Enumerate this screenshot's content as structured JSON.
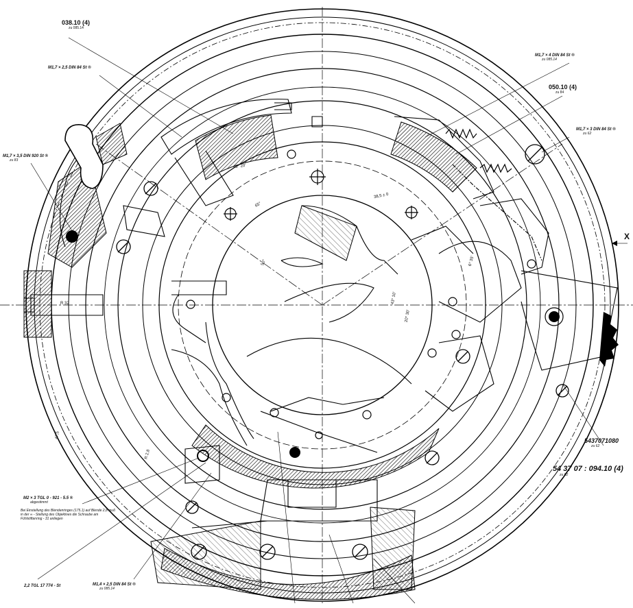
{
  "drawing": {
    "callouts": {
      "top_left_part": "038.10 (4)",
      "top_left_part_ref": "zu 085.14",
      "screw_upper_left": "M1,7 × 2,5 DIN 84 St ®",
      "screw_left": "M1,7 × 3,5 DIN 920 St ®",
      "screw_left_ref": "zu 83",
      "screw_top_right": "M1,7 × 4 DIN 84 St ®",
      "screw_top_right_ref": "zu 085.14",
      "part_right": "050.10 (4)",
      "part_right_ref": "zu 84",
      "screw_right": "M1,7 × 3 DIN 84 St ®",
      "screw_right_ref": "zu 62",
      "part_bottom_right_1": "5437071080",
      "part_bottom_right_1_ref": "zu 62",
      "part_bottom_right_2": "54 37 07 : 094.10 (4)",
      "part_bottom_right_2_ref": "zu 62",
      "screw_bottom_left": "M2 × 3 TGL 0 - 921 - 5.5 ®",
      "screw_bottom_left_status": "abgestimmt",
      "adjust_note": "Bei Einstellung des Blendenringes (175.1) auf Blende 2,8 muß in der ∞ - Stellung des Objektives die Schraube am Fühlstiftanring - 31 anliegen",
      "ball_bottom_left": "2,2 TGL 17 774 - St",
      "screw_bottom_center": "M1,4 × 2,5 DIN 84 St ®",
      "screw_bottom_center_ref": "zu 085.14",
      "axis_marker": "X"
    },
    "dimensions": {
      "d1": "43° 20'",
      "d2": "65°",
      "d3": "38,5 ± 0",
      "d4": "50°",
      "d5": "R 32",
      "d6": "R 2,8",
      "d7": "43° 10'",
      "d8": "20° 30'",
      "d9": "6° 35'",
      "d10": "47,5"
    }
  }
}
